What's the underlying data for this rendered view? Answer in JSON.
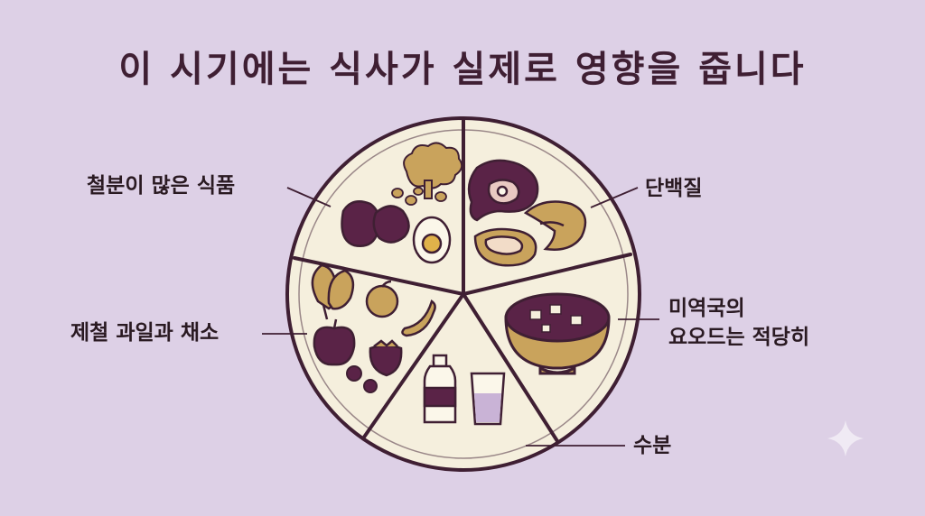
{
  "title": "이 시기에는 식사가 실제로 영향을 줍니다",
  "labels": {
    "iron_foods": "철분이 많은 식품",
    "protein": "단백질",
    "fruits_vegetables": "제철 과일과 채소",
    "seaweed_soup_line1": "미역국의",
    "seaweed_soup_line2": "요오드는 적당히",
    "water": "수분"
  },
  "colors": {
    "background": "#ddd0e6",
    "plate": "#f5efdd",
    "outline": "#3f1f33",
    "purple_food": "#5a2347",
    "tan_food": "#c9a35c"
  },
  "icons": [
    "broccoli-icon",
    "liver-icon",
    "egg-icon",
    "beans-icon",
    "steak-icon",
    "fish-fillet-icon",
    "meat-slice-icon",
    "seaweed-soup-bowl-icon",
    "leafy-greens-icon",
    "orange-icon",
    "banana-icon",
    "apple-icon",
    "strawberry-icon",
    "berries-icon",
    "milk-bottle-icon",
    "water-glass-icon",
    "sparkle-icon"
  ]
}
